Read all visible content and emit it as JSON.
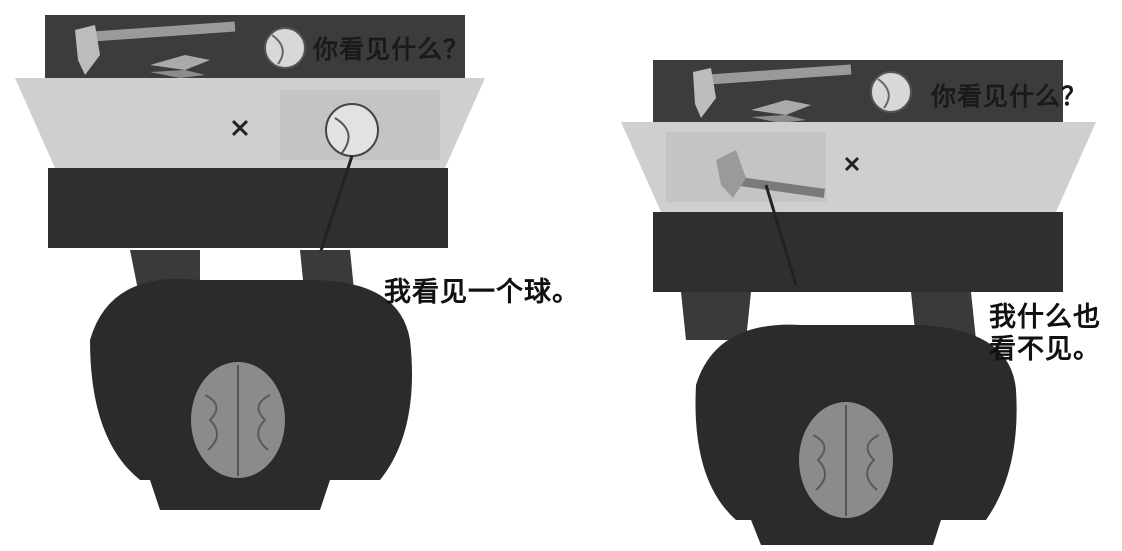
{
  "left_scene": {
    "question": "你看见什么？",
    "answer": "我看见一个球。"
  },
  "right_scene": {
    "question": "你看见什么？",
    "answer": "我什么也看不见。"
  },
  "colors": {
    "background": "#ffffff",
    "table_dark": "#3a3a3a",
    "screen_light": "#c8c8c8",
    "person": "#2a2a2a",
    "brain": "#8a8a8a"
  },
  "icons": [
    "hammer-icon",
    "pliers-icon",
    "ball-icon",
    "x-mark-icon",
    "brain-icon"
  ]
}
